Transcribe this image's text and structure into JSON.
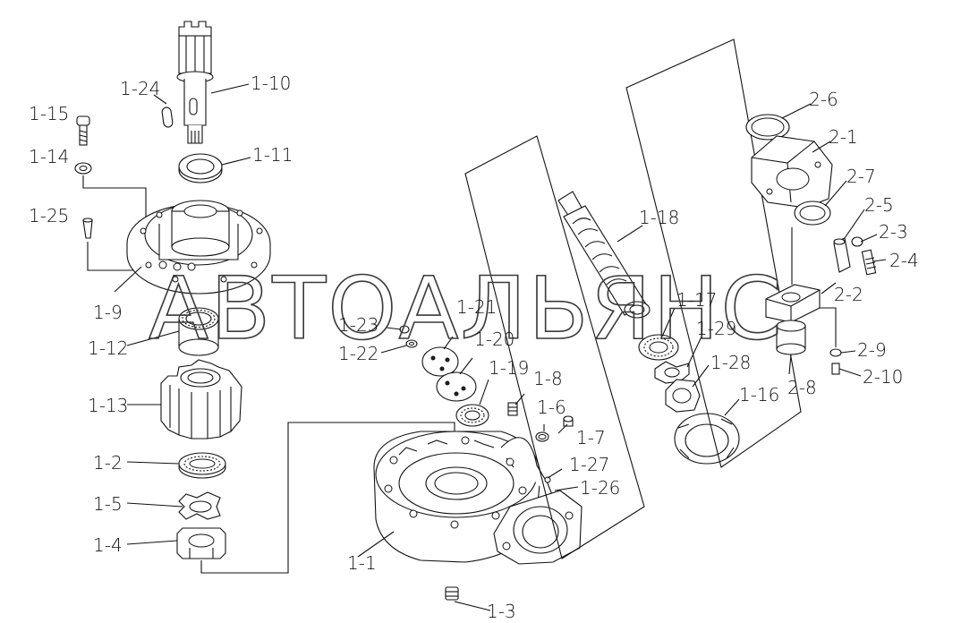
{
  "watermark": "АВТОАЛЬЯНС",
  "labels": {
    "l1_1": "1-1",
    "l1_2": "1-2",
    "l1_3": "1-3",
    "l1_4": "1-4",
    "l1_5": "1-5",
    "l1_6": "1-6",
    "l1_7": "1-7",
    "l1_8": "1-8",
    "l1_9": "1-9",
    "l1_10": "1-10",
    "l1_11": "1-11",
    "l1_12": "1-12",
    "l1_13": "1-13",
    "l1_14": "1-14",
    "l1_15": "1-15",
    "l1_16": "1-16",
    "l1_17": "1-17",
    "l1_18": "1-18",
    "l1_19": "1-19",
    "l1_20": "1-20",
    "l1_21": "1-21",
    "l1_22": "1-22",
    "l1_23": "1-23",
    "l1_24": "1-24",
    "l1_25": "1-25",
    "l1_26": "1-26",
    "l1_27": "1-27",
    "l1_28": "1-28",
    "l1_29": "1-29",
    "l2_1": "2-1",
    "l2_2": "2-2",
    "l2_3": "2-3",
    "l2_4": "2-4",
    "l2_5": "2-5",
    "l2_6": "2-6",
    "l2_7": "2-7",
    "l2_8": "2-8",
    "l2_9": "2-9",
    "l2_10": "2-10"
  }
}
